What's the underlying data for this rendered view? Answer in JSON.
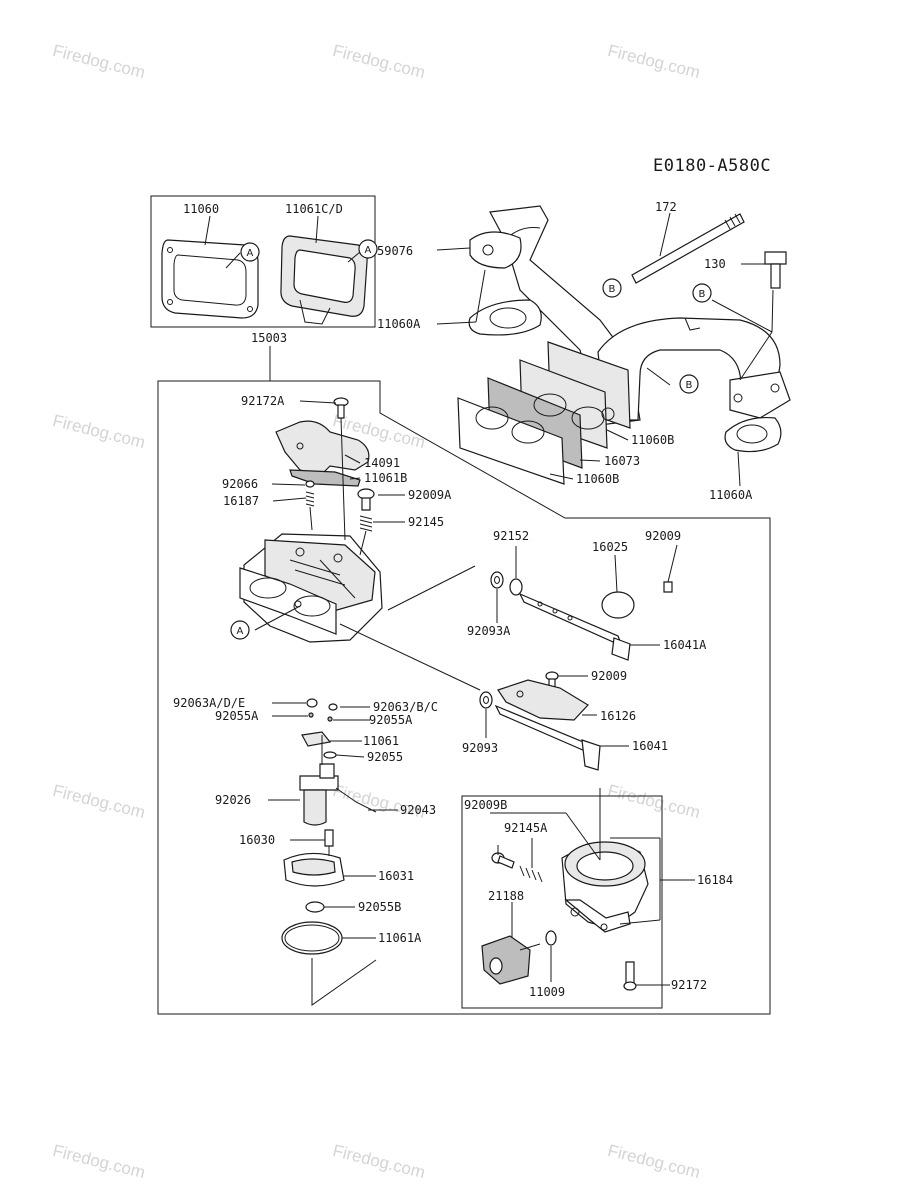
{
  "diagram_code": "E0180-A580C",
  "watermark": "Firedog.com",
  "markers": {
    "a": "A",
    "b": "B"
  },
  "parts": {
    "p11060": "11060",
    "p11061cd": "11061C/D",
    "p15003": "15003",
    "p59076": "59076",
    "p172": "172",
    "p130": "130",
    "p11060a_top": "11060A",
    "p11060b_top": "11060B",
    "p16073": "16073",
    "p11060b": "11060B",
    "p11060a_right": "11060A",
    "p92172a": "92172A",
    "p14091": "14091",
    "p11061b": "11061B",
    "p92066": "92066",
    "p16187": "16187",
    "p92009a": "92009A",
    "p92145": "92145",
    "p92152": "92152",
    "p16025": "16025",
    "p92009_top": "92009",
    "p92093a": "92093A",
    "p16041a": "16041A",
    "p92009_mid": "92009",
    "p16126": "16126",
    "p92093": "92093",
    "p16041": "16041",
    "p92063ade": "92063A/D/E",
    "p92063bc": "92063/B/C",
    "p92055a_left": "92055A",
    "p92055a_right": "92055A",
    "p11061": "11061",
    "p92055": "92055",
    "p92026": "92026",
    "p92043": "92043",
    "p16030": "16030",
    "p16031": "16031",
    "p92055b": "92055B",
    "p11061a": "11061A",
    "p92009b": "92009B",
    "p92145a": "92145A",
    "p16184": "16184",
    "p21188": "21188",
    "p11009": "11009",
    "p92172": "92172"
  }
}
